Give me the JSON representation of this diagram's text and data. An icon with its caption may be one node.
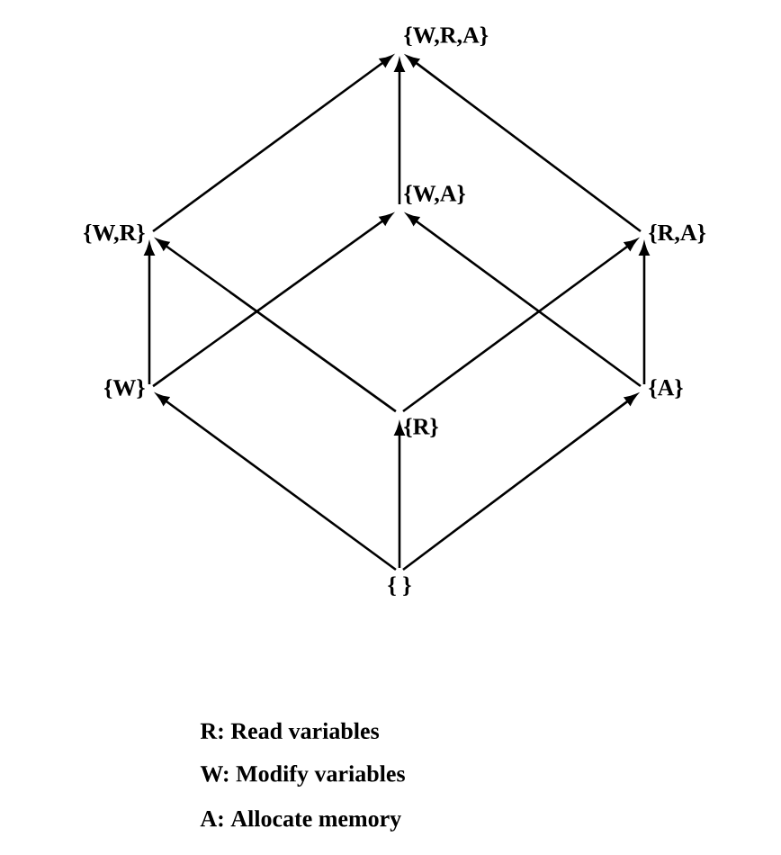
{
  "diagram": {
    "nodes": [
      {
        "text": [
          "{W,R,A}"
        ]
      },
      {
        "text": [
          "{W,R}"
        ]
      },
      {
        "text": [
          "{W,A}"
        ]
      },
      {
        "text": [
          "{R,A}"
        ]
      },
      {
        "text": [
          "{W}"
        ]
      },
      {
        "text": [
          "{R}"
        ]
      },
      {
        "text": [
          "{A}"
        ]
      },
      {
        "text": [
          "{ }"
        ]
      }
    ],
    "edges": [
      {
        "from": 7,
        "to": 4,
        "arrow": "to"
      },
      {
        "from": 7,
        "to": 5,
        "arrow": "to"
      },
      {
        "from": 7,
        "to": 6,
        "arrow": "to"
      },
      {
        "from": 4,
        "to": 1,
        "arrow": "to"
      },
      {
        "from": 4,
        "to": 2,
        "arrow": "to"
      },
      {
        "from": 5,
        "to": 1,
        "arrow": "to"
      },
      {
        "from": 5,
        "to": 3,
        "arrow": "to"
      },
      {
        "from": 6,
        "to": 2,
        "arrow": "to"
      },
      {
        "from": 6,
        "to": 3,
        "arrow": "to"
      },
      {
        "from": 1,
        "to": 0,
        "arrow": "to"
      },
      {
        "from": 2,
        "to": 0,
        "arrow": "to"
      },
      {
        "from": 3,
        "to": 0,
        "arrow": "to"
      }
    ],
    "labels": [
      "R: Read variables",
      "W: Modify variables",
      "A: Allocate memory"
    ]
  }
}
